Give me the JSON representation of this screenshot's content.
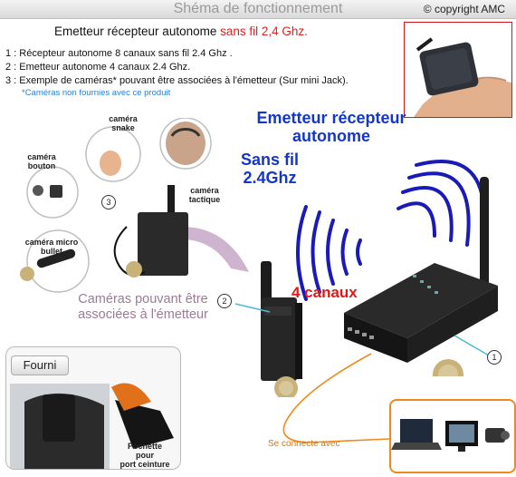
{
  "header": {
    "title": "Shéma de fonctionnement",
    "copyright": "© copyright AMC"
  },
  "main_title": {
    "prefix": "Emetteur récepteur autonome ",
    "highlight": "sans fil 2,4 Ghz."
  },
  "list": [
    "1 : Récepteur autonome 8 canaux sans fil 2.4 Ghz .",
    "2 : Emetteur autonome 4 canaux 2.4 Ghz.",
    "3 : Exemple de caméras* pouvant être associées à l'émetteur (Sur mini Jack)."
  ],
  "note": "*Caméras non fournies avec ce produit",
  "center_title": {
    "line1": "Emetteur récepteur",
    "line2": "autonome",
    "line3": "Sans fil",
    "line4": "2.4Ghz"
  },
  "channels_label": "4 canaux",
  "cameras": {
    "snake": {
      "line1": "caméra",
      "line2": "snake"
    },
    "bouton": {
      "line1": "caméra",
      "line2": "bouton"
    },
    "tactique": {
      "line1": "caméra",
      "line2": "tactique"
    },
    "micro_bullet": {
      "line1": "caméra micro",
      "line2": "bullet"
    }
  },
  "assoc": {
    "line1": "Caméras pouvant être",
    "line2": "associées à l'émetteur"
  },
  "fourni": {
    "tab_label": "Fourni",
    "pouch_line1": "Pochette pour",
    "pouch_line2": "port ceinture"
  },
  "connect_label": "Se connecte avec",
  "markers": {
    "one": "1",
    "two": "2",
    "three": "3"
  },
  "colors": {
    "title_blue": "#1537c4",
    "highlight_red": "#e02020",
    "note_blue": "#2a7fd0",
    "wave_blue": "#1a1ab8",
    "orange": "#f08a1c",
    "hand_box_border": "#d01818",
    "assoc_text": "#9a7c94"
  },
  "icons": [
    "hand-holding-receiver",
    "camera-snake",
    "camera-button",
    "camera-tactical",
    "camera-bullet",
    "transmitter-device",
    "receiver-device",
    "radio-waves",
    "pouch",
    "laptop",
    "tv",
    "camcorder"
  ]
}
